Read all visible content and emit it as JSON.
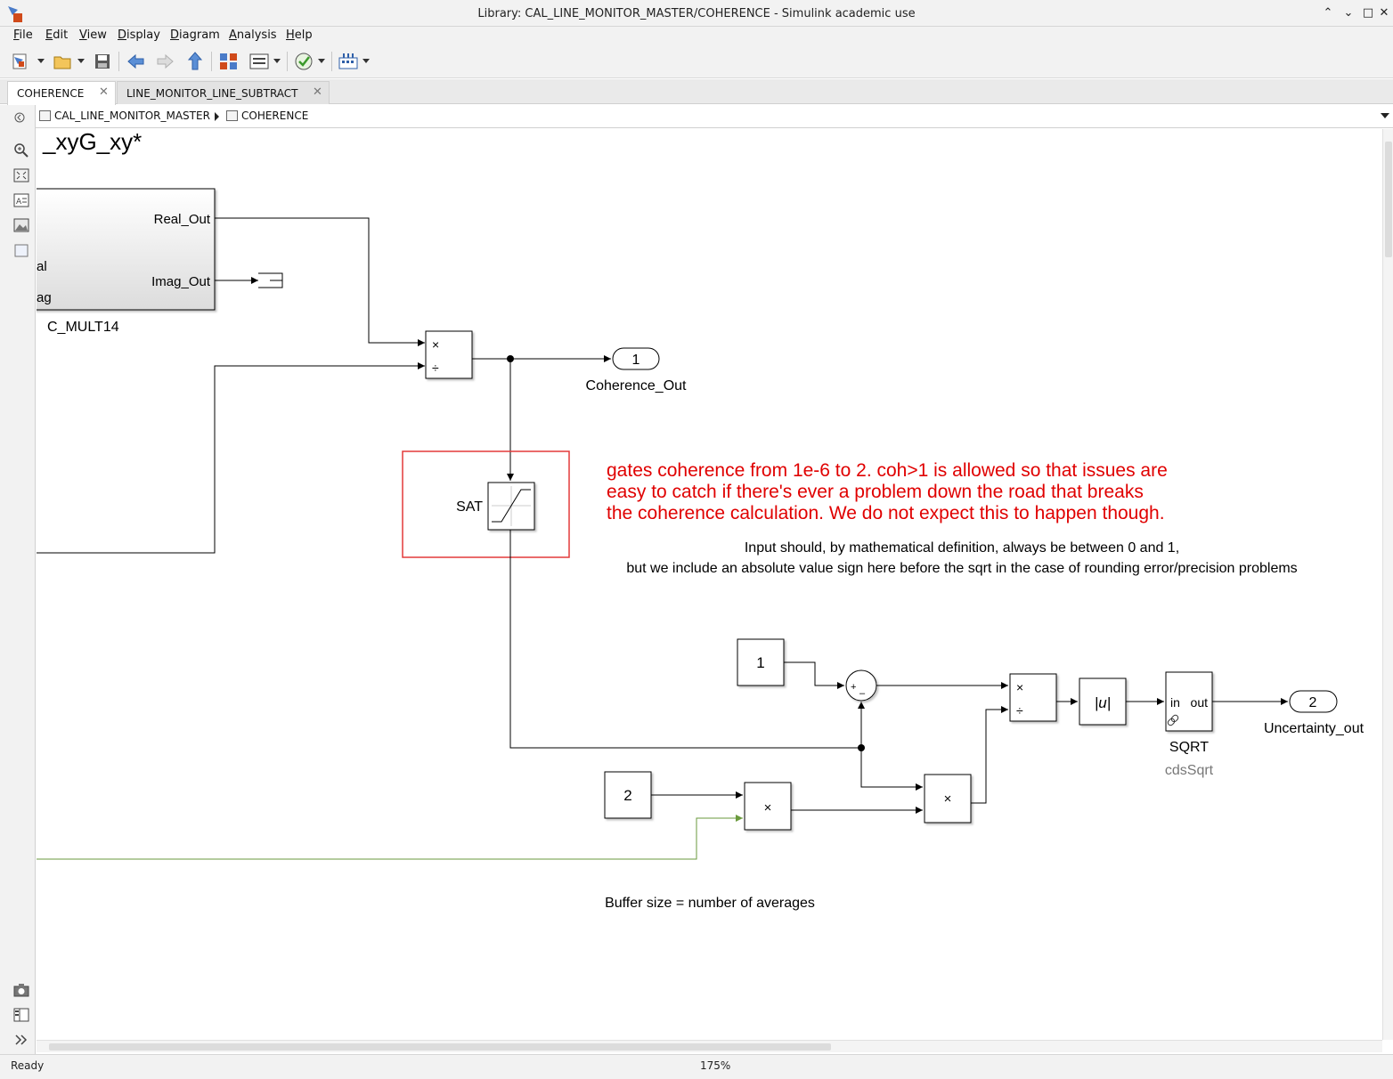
{
  "window": {
    "title": "Library: CAL_LINE_MONITOR_MASTER/COHERENCE - Simulink academic use"
  },
  "menu": {
    "items": [
      "File",
      "Edit",
      "View",
      "Display",
      "Diagram",
      "Analysis",
      "Help"
    ]
  },
  "tabs": [
    {
      "label": "COHERENCE",
      "active": true
    },
    {
      "label": "LINE_MONITOR_LINE_SUBTRACT",
      "active": false
    }
  ],
  "breadcrumb": {
    "items": [
      "CAL_LINE_MONITOR_MASTER",
      "COHERENCE"
    ]
  },
  "diagram": {
    "partial_title": "_xyG_xy*",
    "cmult": {
      "name": "C_MULT14",
      "port_real_out": "Real_Out",
      "port_imag_out": "Imag_Out",
      "port_real_in_partial": "al",
      "port_imag_in_partial": "ag"
    },
    "outport1": {
      "number": "1",
      "name": "Coherence_Out"
    },
    "outport2": {
      "number": "2",
      "name": "Uncertainty_out"
    },
    "sat_label": "SAT",
    "red_comment": [
      "gates coherence from 1e-6 to 2. coh>1 is allowed so that issues are",
      "easy to catch if there's ever a problem down the road that breaks",
      "the coherence calculation. We do not expect this to happen though."
    ],
    "note_lines": [
      "Input should, by mathematical definition, always be between 0 and 1,",
      "but we include an absolute value sign here before the sqrt in the case of rounding error/precision problems"
    ],
    "const1": "1",
    "const2": "2",
    "sqrt": {
      "name": "SQRT",
      "library": "cdsSqrt",
      "port_in": "in",
      "port_out": "out"
    },
    "abs_label": "|u|",
    "buffer_note": "Buffer size = number of averages",
    "symbols": {
      "multiply": "×",
      "divide": "÷",
      "plus": "+",
      "minus": "–"
    }
  },
  "status": {
    "text": "Ready",
    "zoom": "175%"
  },
  "colors": {
    "comment_red": "#e00000",
    "highlight_box": "#e33a3a",
    "green_signal": "#6a9a3c"
  },
  "icons": {
    "toolbar": [
      "new-model-icon",
      "open-icon",
      "save-icon",
      "back-icon",
      "forward-icon",
      "up-icon",
      "library-browser-icon",
      "model-config-icon",
      "check-icon",
      "step-icon"
    ],
    "palette": [
      "hide-browser-icon",
      "zoom-icon",
      "fit-view-icon",
      "annotation-icon",
      "image-icon",
      "area-icon",
      "camera-icon",
      "model-browser-icon",
      "expand-icon"
    ]
  }
}
